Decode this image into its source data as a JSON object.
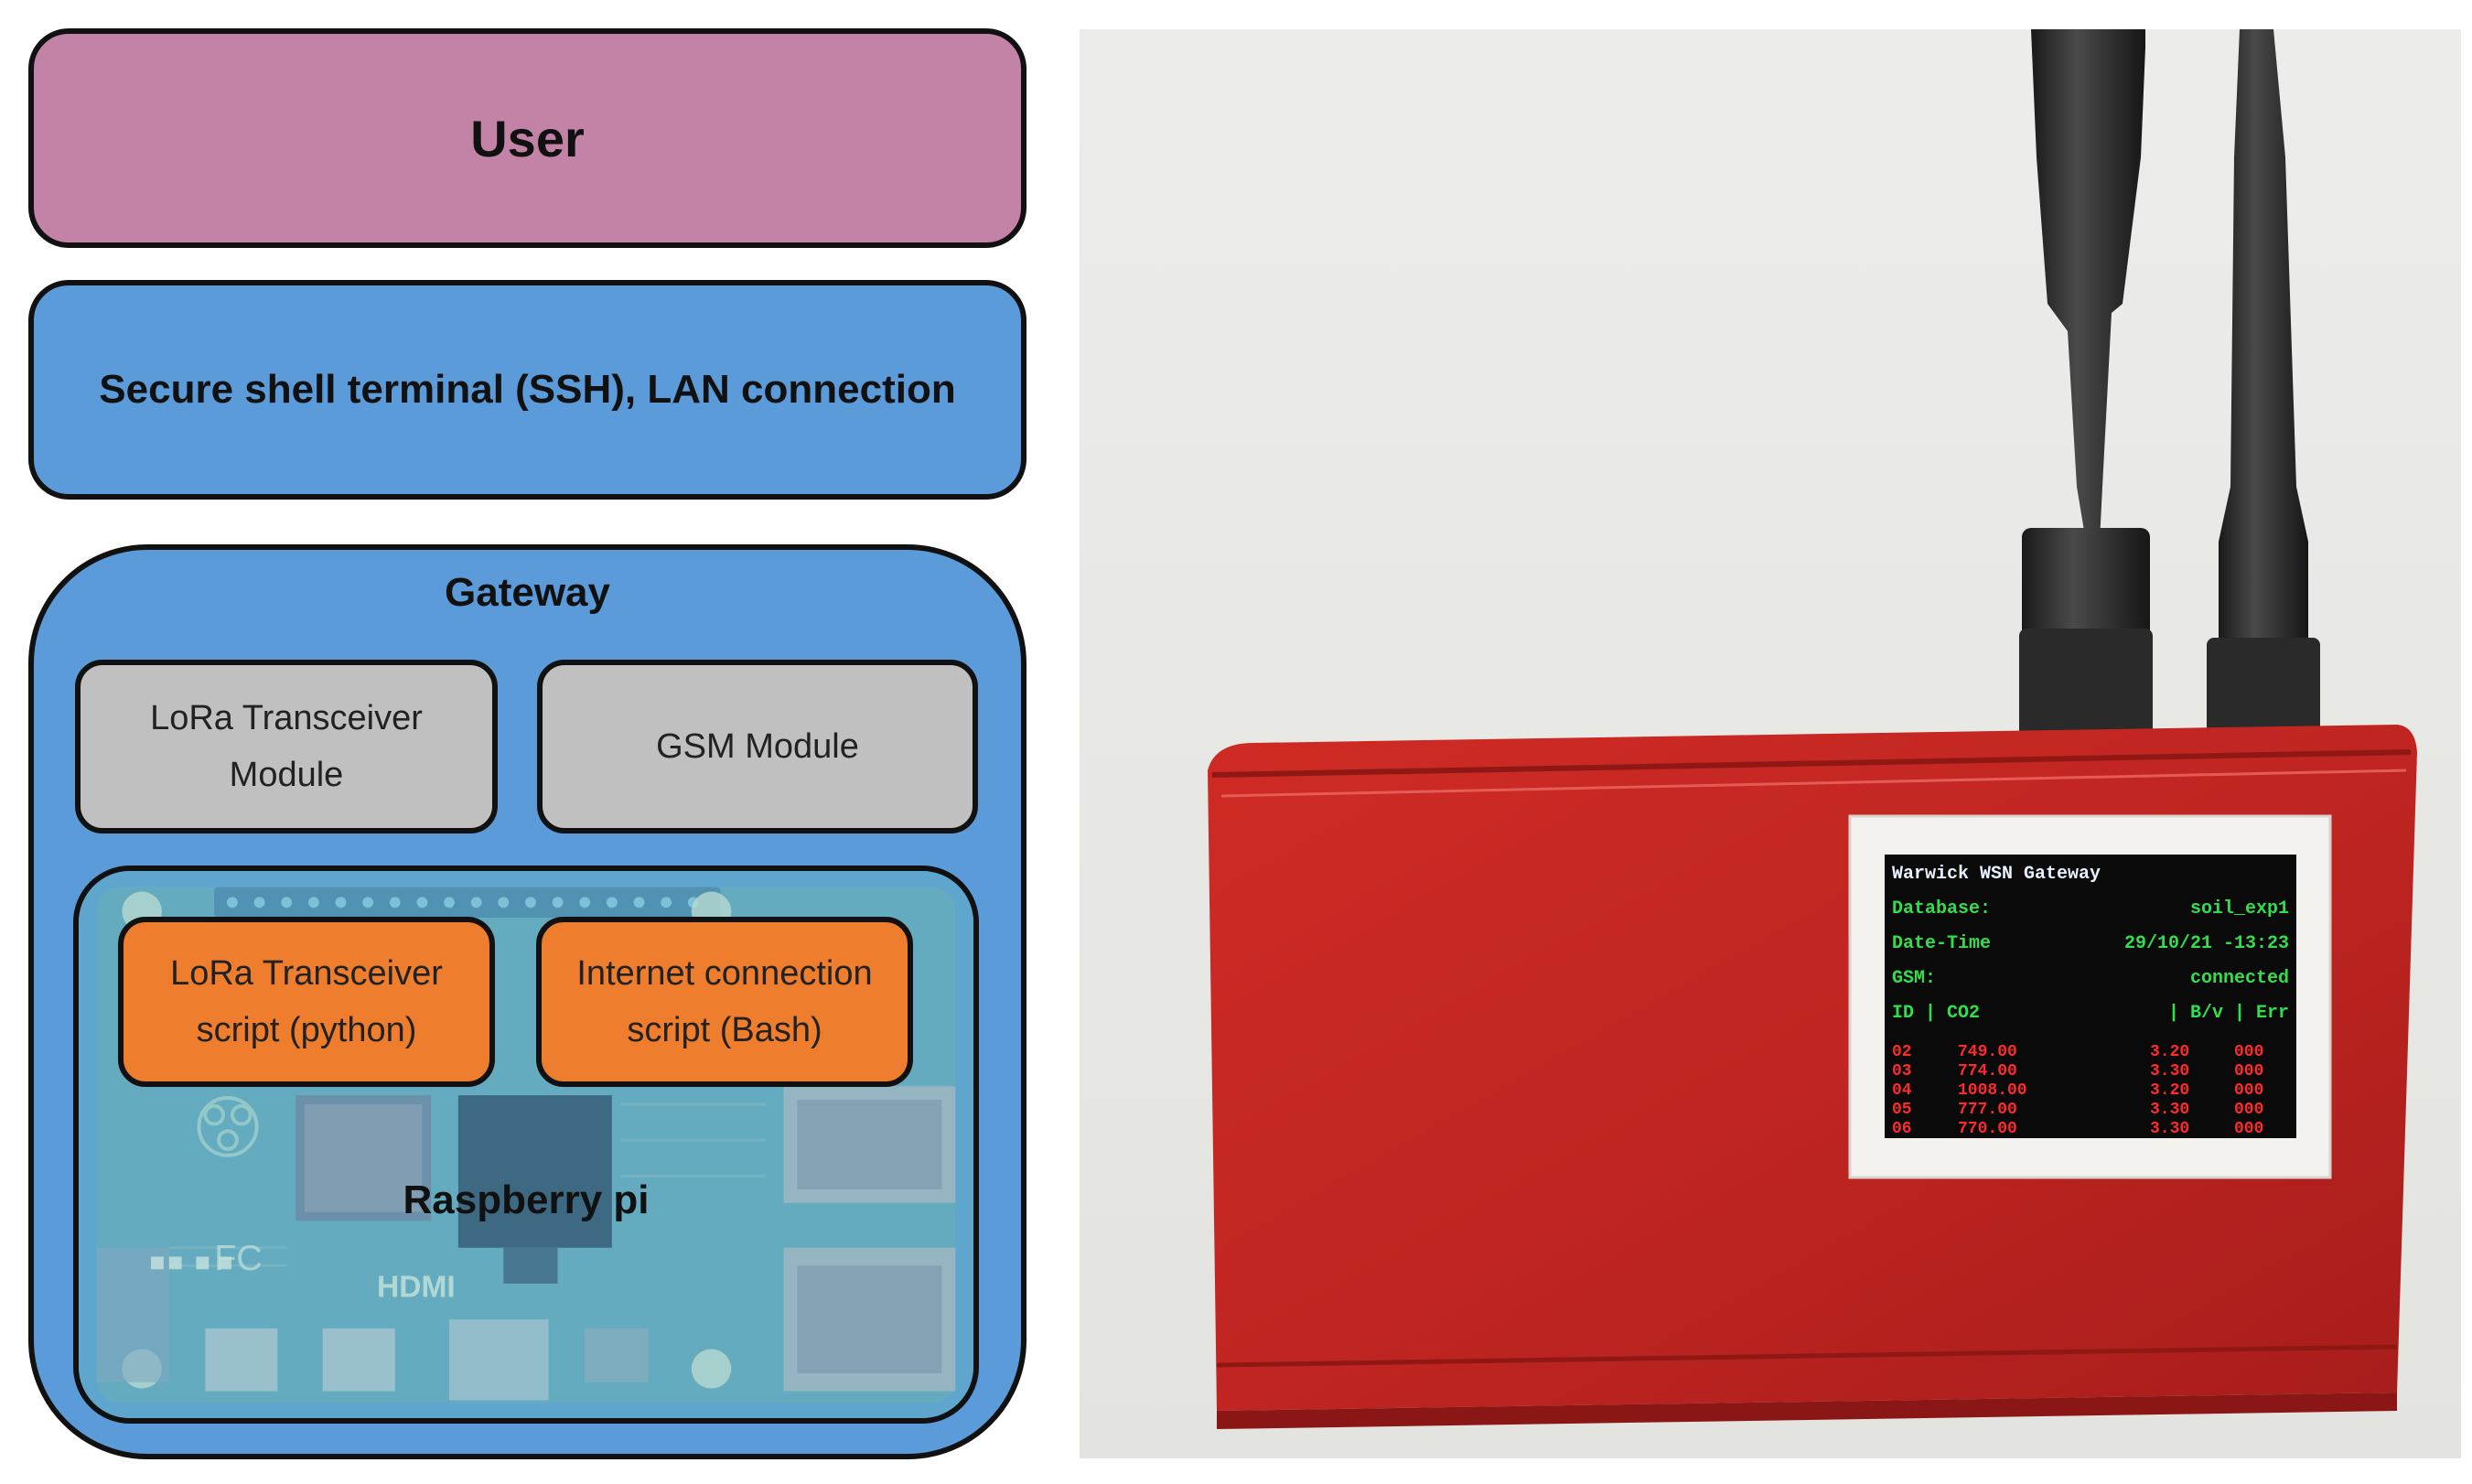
{
  "diagram": {
    "user_label": "User",
    "ssh_label": "Secure shell terminal (SSH), LAN connection",
    "gateway_label": "Gateway",
    "lora_module_line1": "LoRa Transceiver",
    "lora_module_line2": "Module",
    "gsm_module_label": "GSM Module",
    "lora_script_line1": "LoRa Transceiver",
    "lora_script_line2": "script (python)",
    "internet_script_line1": "Internet connection",
    "internet_script_line2": "script (Bash)",
    "pi_label": "Raspberry pi",
    "board_text": "HDMI",
    "colors": {
      "user": "#c383a6",
      "ssh": "#5b9bd9",
      "gateway": "#5b9bd9",
      "module": "#c0c0c0",
      "script": "#ee7d2e"
    }
  },
  "photo": {
    "screen_lines": [
      {
        "left": "Warwick WSN Gateway",
        "right": ""
      },
      {
        "left": "Database:",
        "right": "soil_exp1"
      },
      {
        "left": "Date-Time",
        "right": "29/10/21 -13:23"
      },
      {
        "left": "GSM:",
        "right": "connected"
      },
      {
        "left": "ID |  CO2",
        "right": "| B/v | Err"
      }
    ],
    "screen_rows": [
      [
        "02",
        "749.00",
        "3.20",
        "000"
      ],
      [
        "03",
        "774.00",
        "3.30",
        "000"
      ],
      [
        "04",
        "1008.00",
        "3.20",
        "000"
      ],
      [
        "05",
        "777.00",
        "3.30",
        "000"
      ],
      [
        "06",
        "770.00",
        "3.30",
        "000"
      ]
    ]
  }
}
